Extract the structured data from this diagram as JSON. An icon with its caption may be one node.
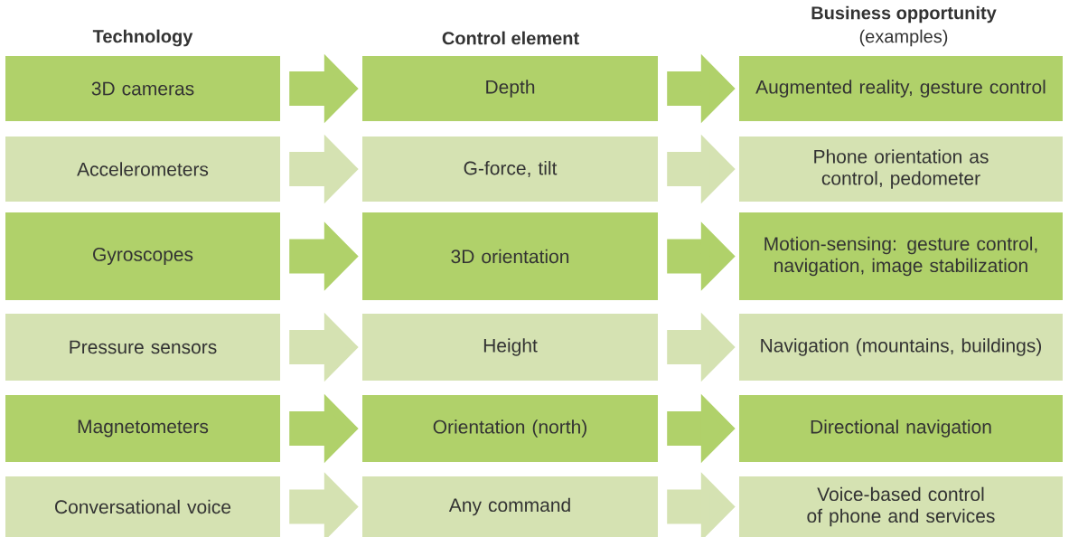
{
  "diagram": {
    "nodes": [
      {
        "text": [
          "3D cameras"
        ]
      },
      {
        "text": [
          "Depth"
        ]
      },
      {
        "text": [
          "Augmented reality, gesture control"
        ]
      },
      {
        "text": [
          "Accelerometers"
        ]
      },
      {
        "text": [
          "G-force, tilt"
        ]
      },
      {
        "text": [
          "Phone orientation as control, pedometer"
        ]
      },
      {
        "text": [
          "Gyroscopes"
        ]
      },
      {
        "text": [
          "3D orientation"
        ]
      },
      {
        "text": [
          "Motion-sensing: gesture control, navigation, image stabilization"
        ]
      },
      {
        "text": [
          "Pressure sensors"
        ]
      },
      {
        "text": [
          "Height"
        ]
      },
      {
        "text": [
          "Navigation (mountains, buildings)"
        ]
      },
      {
        "text": [
          "Magnetometers"
        ]
      },
      {
        "text": [
          "Orientation (north)"
        ]
      },
      {
        "text": [
          "Directional navigation"
        ]
      },
      {
        "text": [
          "Conversational voice"
        ]
      },
      {
        "text": [
          "Any command"
        ]
      },
      {
        "text": [
          "Voice-based control of phone and services"
        ]
      }
    ],
    "edges": [
      {
        "from": 0,
        "to": 1,
        "arrow": "to",
        "color": "#b0d16a"
      },
      {
        "from": 1,
        "to": 2,
        "arrow": "to",
        "color": "#b0d16a"
      },
      {
        "from": 3,
        "to": 4,
        "arrow": "to",
        "color": "#d5e2b2"
      },
      {
        "from": 4,
        "to": 5,
        "arrow": "to",
        "color": "#d5e2b2"
      },
      {
        "from": 6,
        "to": 7,
        "arrow": "to",
        "color": "#b0d16a"
      },
      {
        "from": 7,
        "to": 8,
        "arrow": "to",
        "color": "#b0d16a"
      },
      {
        "from": 9,
        "to": 10,
        "arrow": "to",
        "color": "#d5e2b2"
      },
      {
        "from": 10,
        "to": 11,
        "arrow": "to",
        "color": "#d5e2b2"
      },
      {
        "from": 12,
        "to": 13,
        "arrow": "to",
        "color": "#b0d16a"
      },
      {
        "from": 13,
        "to": 14,
        "arrow": "to",
        "color": "#b0d16a"
      },
      {
        "from": 15,
        "to": 16,
        "arrow": "to",
        "color": "#d5e2b2"
      },
      {
        "from": 16,
        "to": 17,
        "arrow": "to",
        "color": "#d5e2b2"
      }
    ],
    "labels": [
      "Technology",
      "Control element",
      "Business opportunity",
      "(examples)"
    ]
  }
}
